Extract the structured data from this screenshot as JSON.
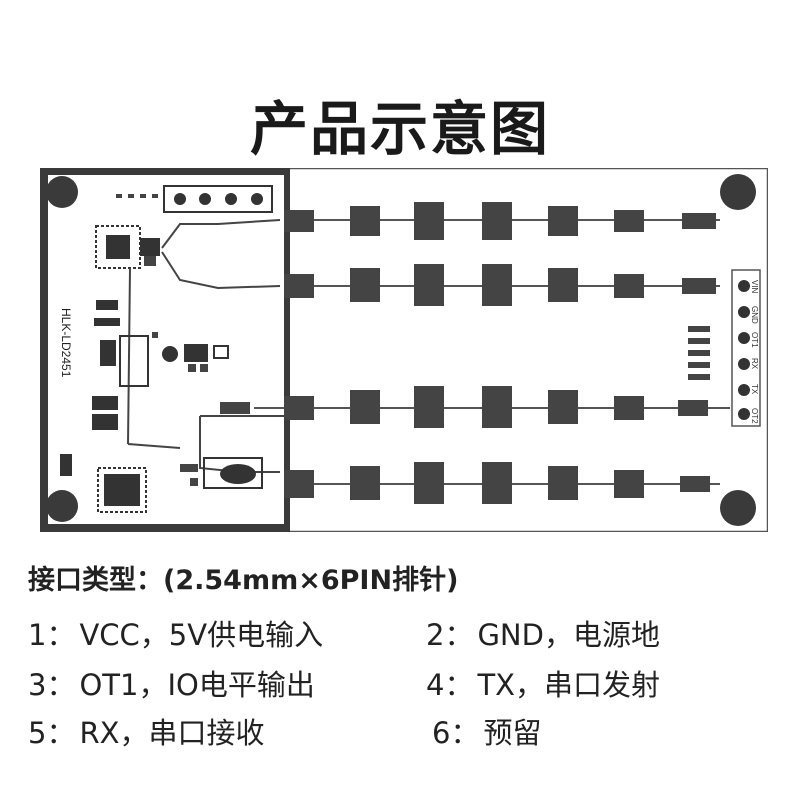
{
  "title": "产品示意图",
  "board": {
    "model": "HLK-LD2451",
    "pin_labels": [
      "VIN",
      "GND",
      "OT1",
      "RX",
      "TX",
      "OT2"
    ]
  },
  "interface_type": "接口类型：(2.54mm×6PIN排针)",
  "pins": [
    {
      "num": "1：",
      "desc": "VCC，5V供电输入"
    },
    {
      "num": "2：",
      "desc": "GND，电源地"
    },
    {
      "num": "3：",
      "desc": "OT1，IO电平输出"
    },
    {
      "num": "4：",
      "desc": "TX，串口发射"
    },
    {
      "num": "5：",
      "desc": "RX，串口接收"
    },
    {
      "num": "6：",
      "desc": "预留"
    }
  ]
}
